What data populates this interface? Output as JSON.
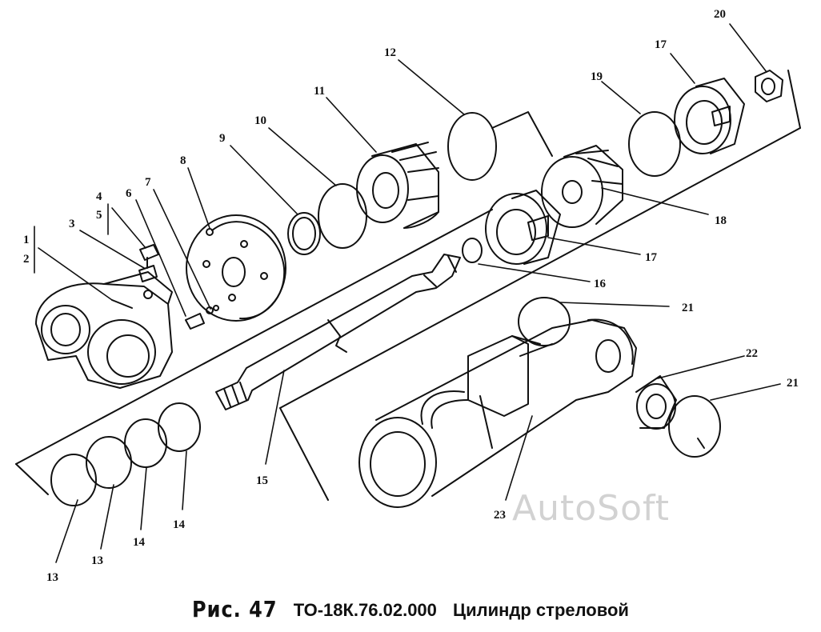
{
  "caption": {
    "figure": "Рис. 47",
    "code": "ТО-18К.76.02.000",
    "title": "Цилиндр стреловой"
  },
  "watermark": "AutoSoft",
  "callouts": [
    "1",
    "2",
    "3",
    "4",
    "5",
    "6",
    "7",
    "8",
    "9",
    "10",
    "11",
    "12",
    "13",
    "13",
    "13",
    "14",
    "14",
    "14",
    "15",
    "16",
    "17",
    "17",
    "18",
    "19",
    "20",
    "21",
    "21",
    "22",
    "23"
  ],
  "colors": {
    "ink": "#111111",
    "paper": "#ffffff",
    "watermark": "#d2d2d2"
  }
}
